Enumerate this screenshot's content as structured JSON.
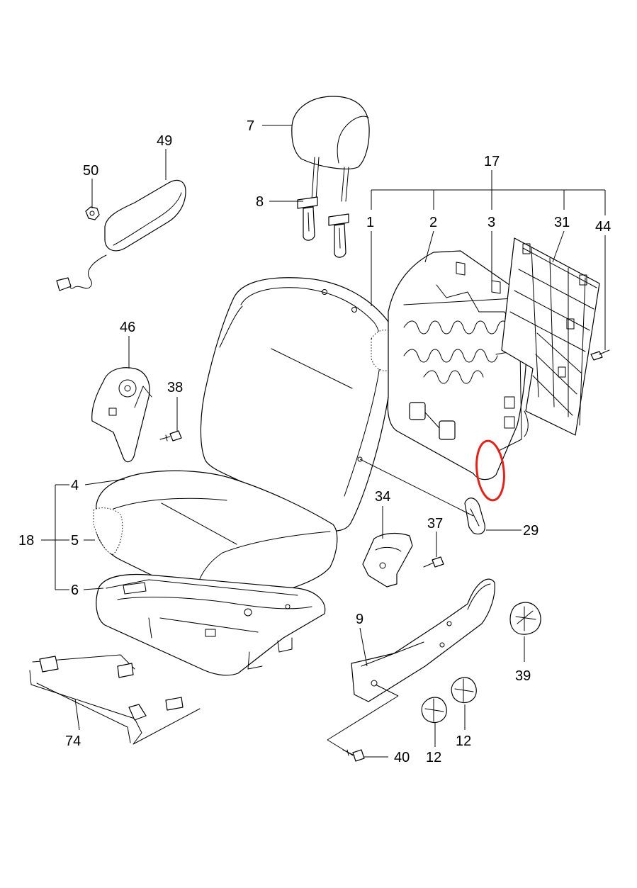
{
  "labels": {
    "p7": "7",
    "p49": "49",
    "p50": "50",
    "p8": "8",
    "p17": "17",
    "p1": "1",
    "p2": "2",
    "p3": "3",
    "p31": "31",
    "p44": "44",
    "p46": "46",
    "p38": "38",
    "p4": "4",
    "p18": "18",
    "p5": "5",
    "p6": "6",
    "p34": "34",
    "p37": "37",
    "p29": "29",
    "p9": "9",
    "p39": "39",
    "p74": "74",
    "p12a": "12",
    "p12b": "12",
    "p40": "40"
  },
  "colors": {
    "line": "#000000",
    "highlight": "#e0231b",
    "background": "#ffffff"
  }
}
